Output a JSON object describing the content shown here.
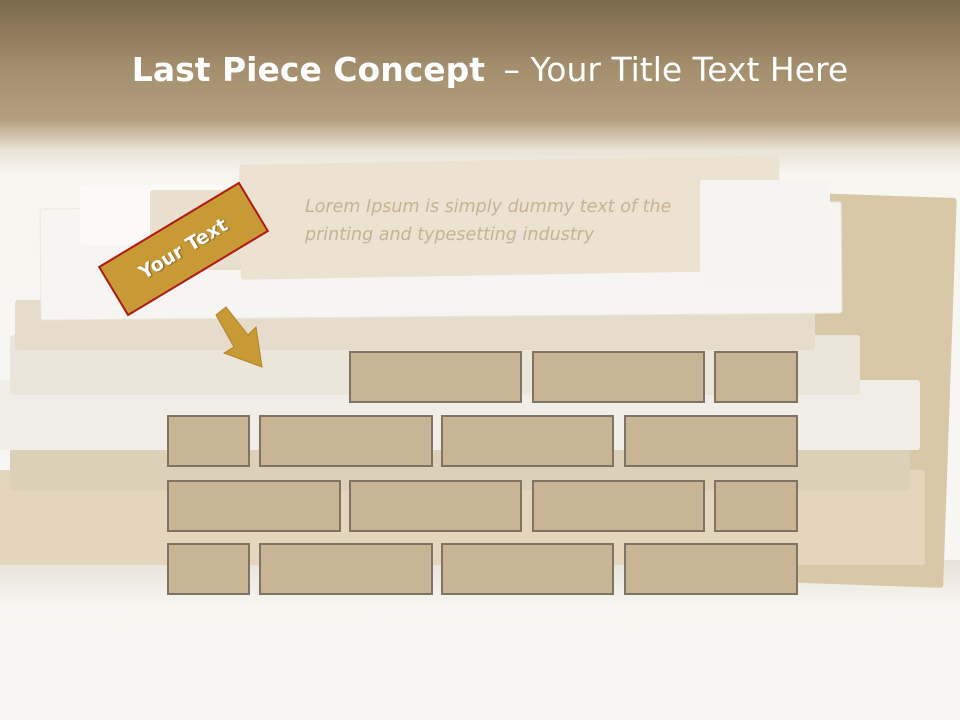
{
  "slide": {
    "title_bold": "Last Piece Concept",
    "title_rest": "– Your Title Text Here",
    "tag_label": "Your Text",
    "body_text_line1": "Lorem Ipsum is simply dummy text of the",
    "body_text_line2": "printing and typesetting industry"
  },
  "colors": {
    "header_brown": "#a48f6e",
    "brick_fill": "#c8b596",
    "brick_border": "#7f7365",
    "tag_fill": "#c79a36",
    "tag_border": "#b01a1a",
    "arrow_fill": "#c79a36",
    "body_text": "#c6b394"
  },
  "icons": [
    "arrow-down-right-icon"
  ]
}
